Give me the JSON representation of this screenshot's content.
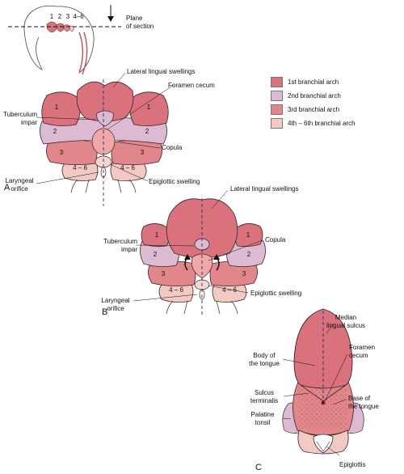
{
  "colors": {
    "arch1": "#d9727c",
    "arch2": "#dcbad3",
    "arch3": "#e1868b",
    "arch4": "#f3c9c3",
    "outline": "#3a2227",
    "midline": "#2b2c6e"
  },
  "legend": [
    {
      "label": "1st branchial arch",
      "color_key": "arch1"
    },
    {
      "label": "2nd branchial arch",
      "color_key": "arch2"
    },
    {
      "label": "3rd branchial arch",
      "color_key": "arch3"
    },
    {
      "label": "4th – 6th branchial arch",
      "color_key": "arch4"
    }
  ],
  "embryo": {
    "arch_numbers": [
      "1",
      "2",
      "3",
      "4–6"
    ],
    "plane_label": "Plane\nof section"
  },
  "panel_a": {
    "letter": "A",
    "labels": {
      "lateral_lingual": "Lateral lingual swellings",
      "foramen_cecum": "Foramen cecum",
      "tuberculum_impar": "Tuberculum\nimpar",
      "copula": "Copula",
      "laryngeal_orifice": "Laryngeal\norifice",
      "epiglottic_swelling": "Epiglottic swelling"
    },
    "arch_numbers": [
      "1",
      "1",
      "2",
      "2",
      "3",
      "3",
      "4 – 6",
      "4 – 6"
    ]
  },
  "panel_b": {
    "letter": "B",
    "labels": {
      "lateral_lingual": "Lateral lingual swellings",
      "tuberculum_impar": "Tuberculum\nimpar",
      "copula": "Copula",
      "laryngeal_orifice": "Laryngeal\norifice",
      "epiglottic_swelling": "Epiglottic swelling"
    },
    "arch_numbers": [
      "1",
      "1",
      "2",
      "2",
      "3",
      "3",
      "4 – 6",
      "4 – 6"
    ]
  },
  "panel_c": {
    "letter": "C",
    "labels": {
      "median_sulcus": "Median\nlingual sulcus",
      "foramen_cecum": "Foramen\ncecum",
      "body": "Body of\nthe tongue",
      "sulcus_terminalis": "Sulcus\nterminalis",
      "base": "Base of\nthe tongue",
      "palatine_tonsil": "Palatine\ntonsil",
      "epiglottis": "Epiglottis"
    }
  }
}
